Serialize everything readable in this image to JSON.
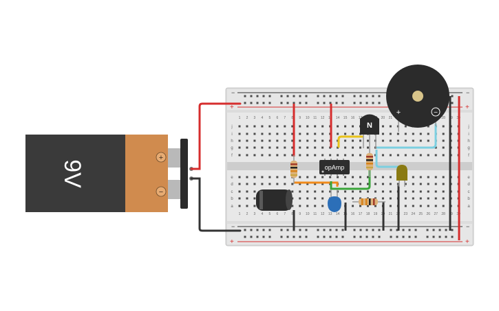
{
  "battery": {
    "label": "9V",
    "plus_symbol": "+",
    "minus_symbol": "−",
    "body_color": "#3a3a3a",
    "cap_color": "#d08b4e"
  },
  "breadboard": {
    "columns": 30,
    "row_letters_top": [
      "j",
      "i",
      "h",
      "g",
      "f"
    ],
    "row_letters_bottom": [
      "e",
      "d",
      "c",
      "b",
      "a"
    ],
    "col_numbers": [
      "1",
      "2",
      "3",
      "4",
      "5",
      "6",
      "7",
      "8",
      "9",
      "10",
      "11",
      "12",
      "13",
      "14",
      "15",
      "16",
      "17",
      "18",
      "19",
      "20",
      "21",
      "22",
      "23",
      "24",
      "25",
      "26",
      "27",
      "28",
      "29",
      "30"
    ],
    "rail_plus": "+",
    "rail_minus": "−"
  },
  "opamp": {
    "label": "opAmp"
  },
  "transistor": {
    "label": "N"
  },
  "buzzer": {
    "plus_symbol": "+",
    "minus_symbol": "−"
  },
  "wire_colors": {
    "red": "#d62d2d",
    "black": "#333333",
    "yellow": "#e8c21a",
    "orange": "#f08a1a",
    "green": "#3aa53a",
    "cyan": "#7ccfe0"
  },
  "icons": [
    "battery-9v-icon",
    "breadboard-icon",
    "opamp-chip-icon",
    "npn-transistor-icon",
    "piezo-buzzer-icon",
    "electrolytic-capacitor-icon",
    "ceramic-capacitor-icon",
    "resistor-icon",
    "led-icon"
  ]
}
